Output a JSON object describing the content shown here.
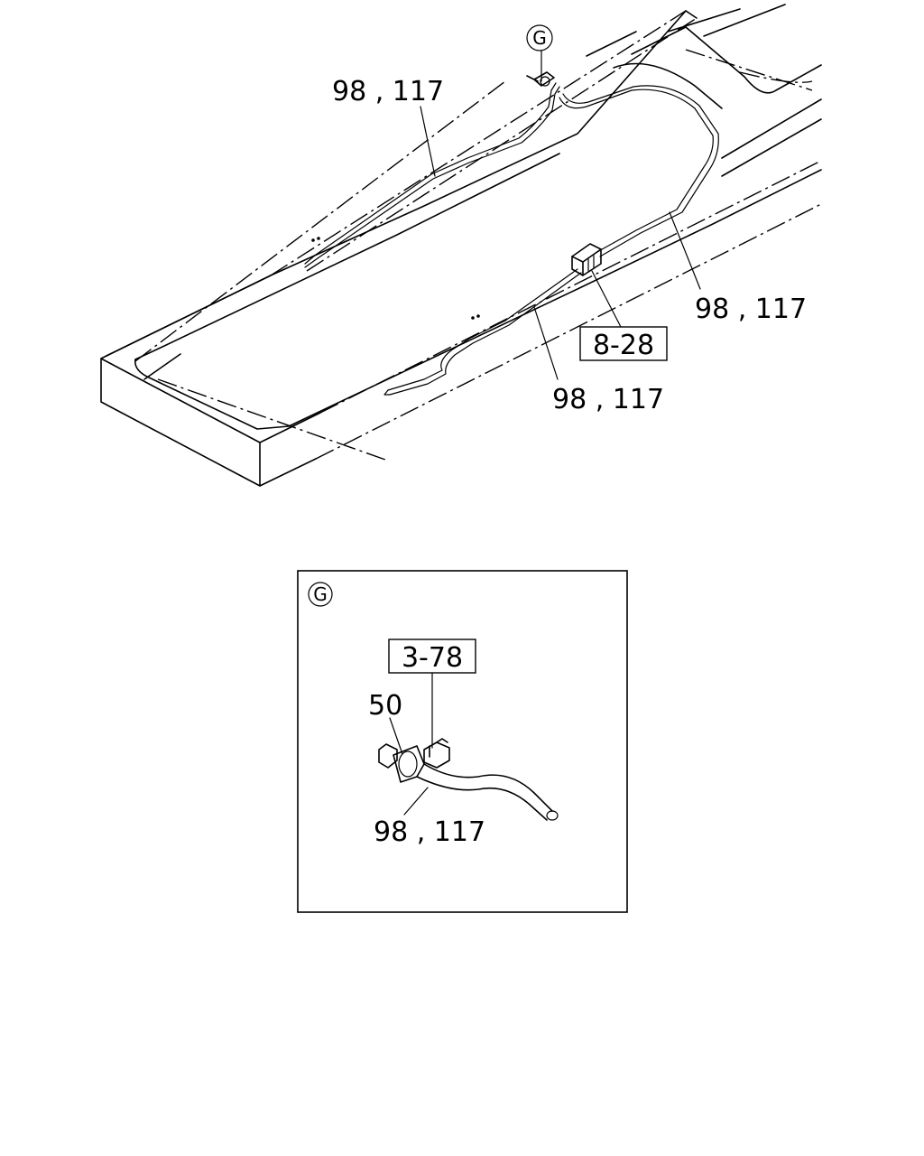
{
  "callouts": {
    "upper_left": "98 , 117",
    "right": "98 , 117",
    "lower": "98 , 117",
    "ref_box_main": "8-28",
    "detail_marker_main": "G"
  },
  "detail": {
    "marker": "G",
    "ref_box": "3-78",
    "part_50": "50",
    "hose": "98 , 117"
  }
}
